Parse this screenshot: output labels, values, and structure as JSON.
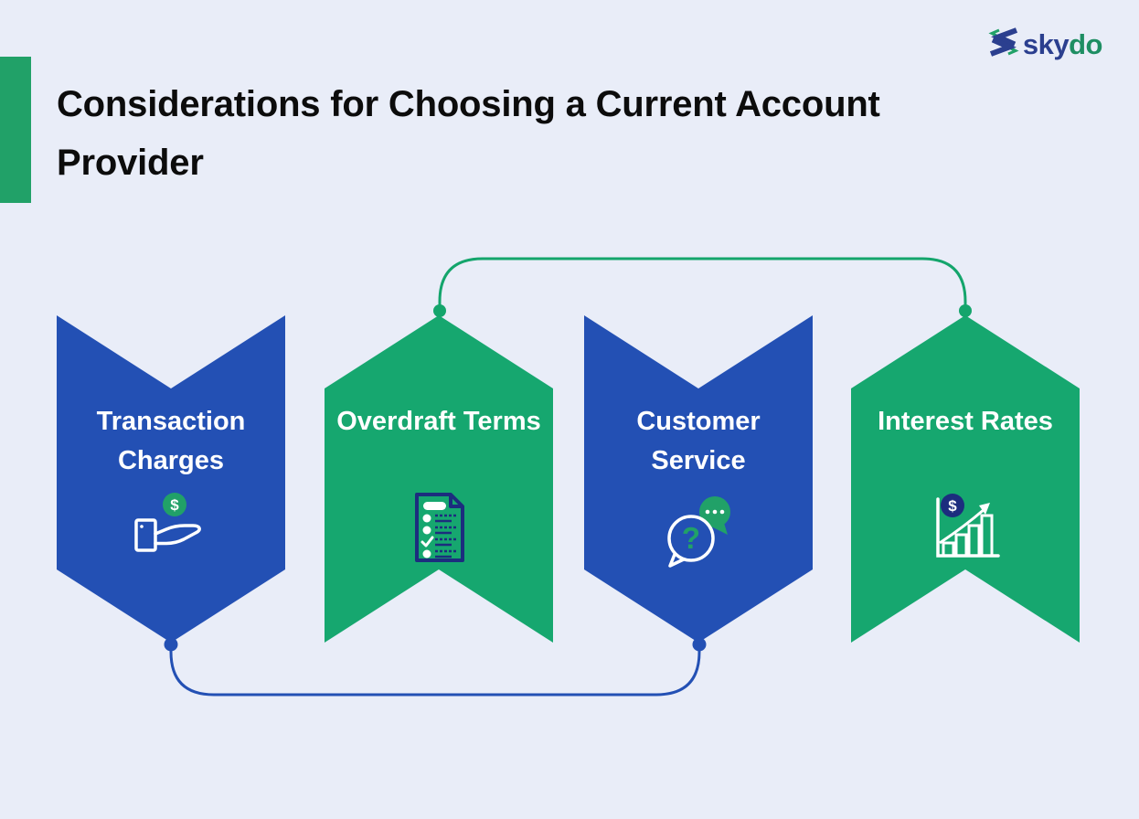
{
  "page": {
    "background_color": "#E9EDF8"
  },
  "logo": {
    "icon": "skydo-s-icon",
    "text_primary": "sky",
    "text_secondary": "do",
    "primary_color": "#2B3F8F",
    "secondary_color": "#1E8E63"
  },
  "header": {
    "title": "Considerations for Choosing a Current Account Provider",
    "accent_bar_color": "#21A168",
    "title_color": "#0C0C0C"
  },
  "diagram": {
    "colors": {
      "banner_blue": "#2350B4",
      "banner_green": "#16A76F",
      "connector_green": "#14A56C",
      "connector_blue": "#2350B4",
      "icon_navy": "#1C2D7E",
      "icon_green": "#21A168"
    },
    "connectors": [
      {
        "id": "top",
        "color": "#14A56C",
        "connects": [
          "Overdraft Terms",
          "Interest Rates"
        ]
      },
      {
        "id": "bottom",
        "color": "#2350B4",
        "connects": [
          "Transaction Charges",
          "Customer Service"
        ]
      }
    ],
    "banners": [
      {
        "label": "Transaction Charges",
        "color": "#2350B4",
        "shape": "notch-top-point-bottom",
        "icon": "hand-coin-icon"
      },
      {
        "label": "Overdraft Terms",
        "color": "#16A76F",
        "shape": "point-top-notch-bottom",
        "icon": "checklist-icon"
      },
      {
        "label": "Customer Service",
        "color": "#2350B4",
        "shape": "notch-top-point-bottom",
        "icon": "chat-question-icon"
      },
      {
        "label": "Interest Rates",
        "color": "#16A76F",
        "shape": "point-top-notch-bottom",
        "icon": "growth-chart-icon"
      }
    ]
  }
}
